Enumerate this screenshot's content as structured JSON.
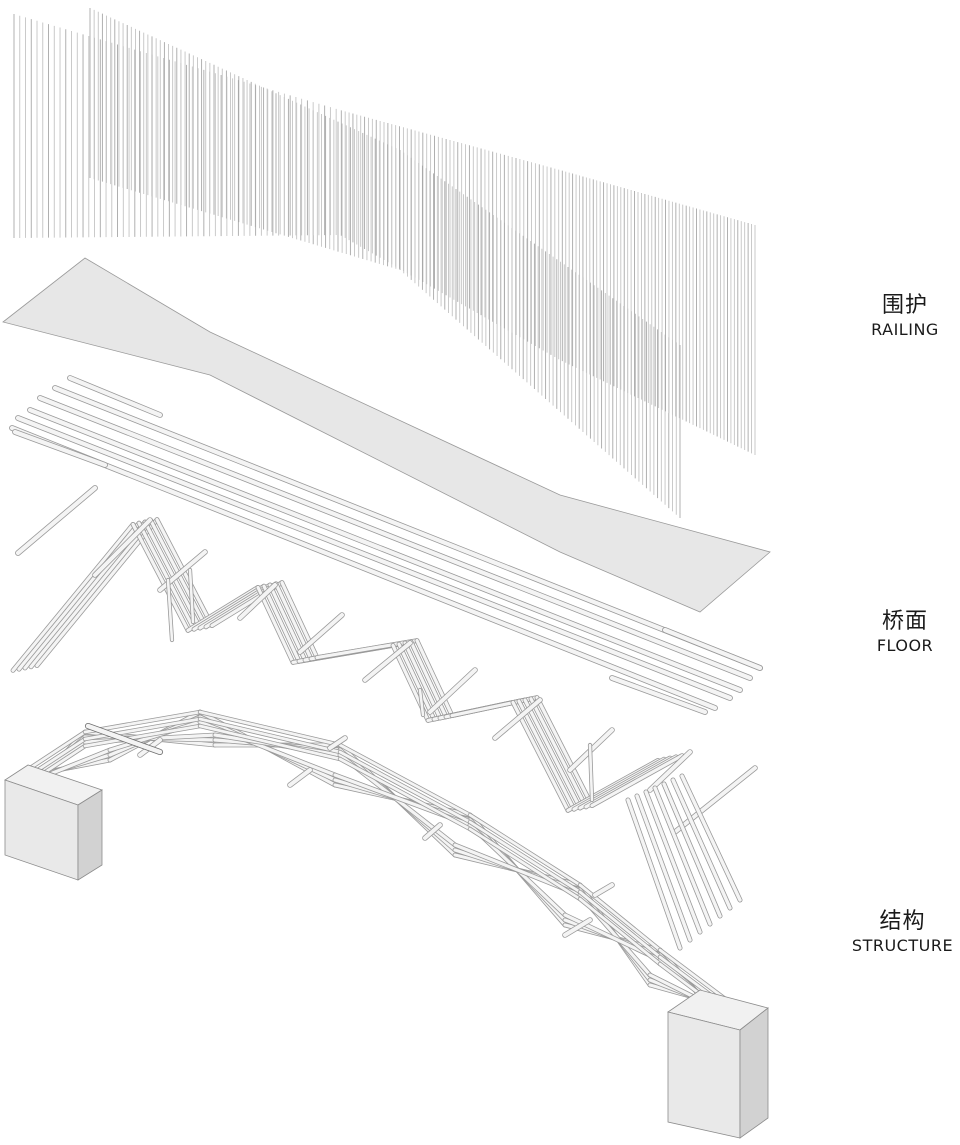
{
  "layers": {
    "railing": {
      "zh": "围护",
      "en": "RAILING"
    },
    "floor": {
      "zh": "桥面",
      "en": "FLOOR"
    },
    "structure": {
      "zh": "结构",
      "en": "STRUCTURE"
    }
  },
  "colors": {
    "background": "#ffffff",
    "member_fill": "#f4f4f4",
    "member_stroke": "#9a9a9a",
    "deck_fill": "#e7e7e7",
    "abutment_front": "#e9e9e9",
    "abutment_side": "#d2d2d2",
    "highlight_member": "#8a8a8a"
  }
}
